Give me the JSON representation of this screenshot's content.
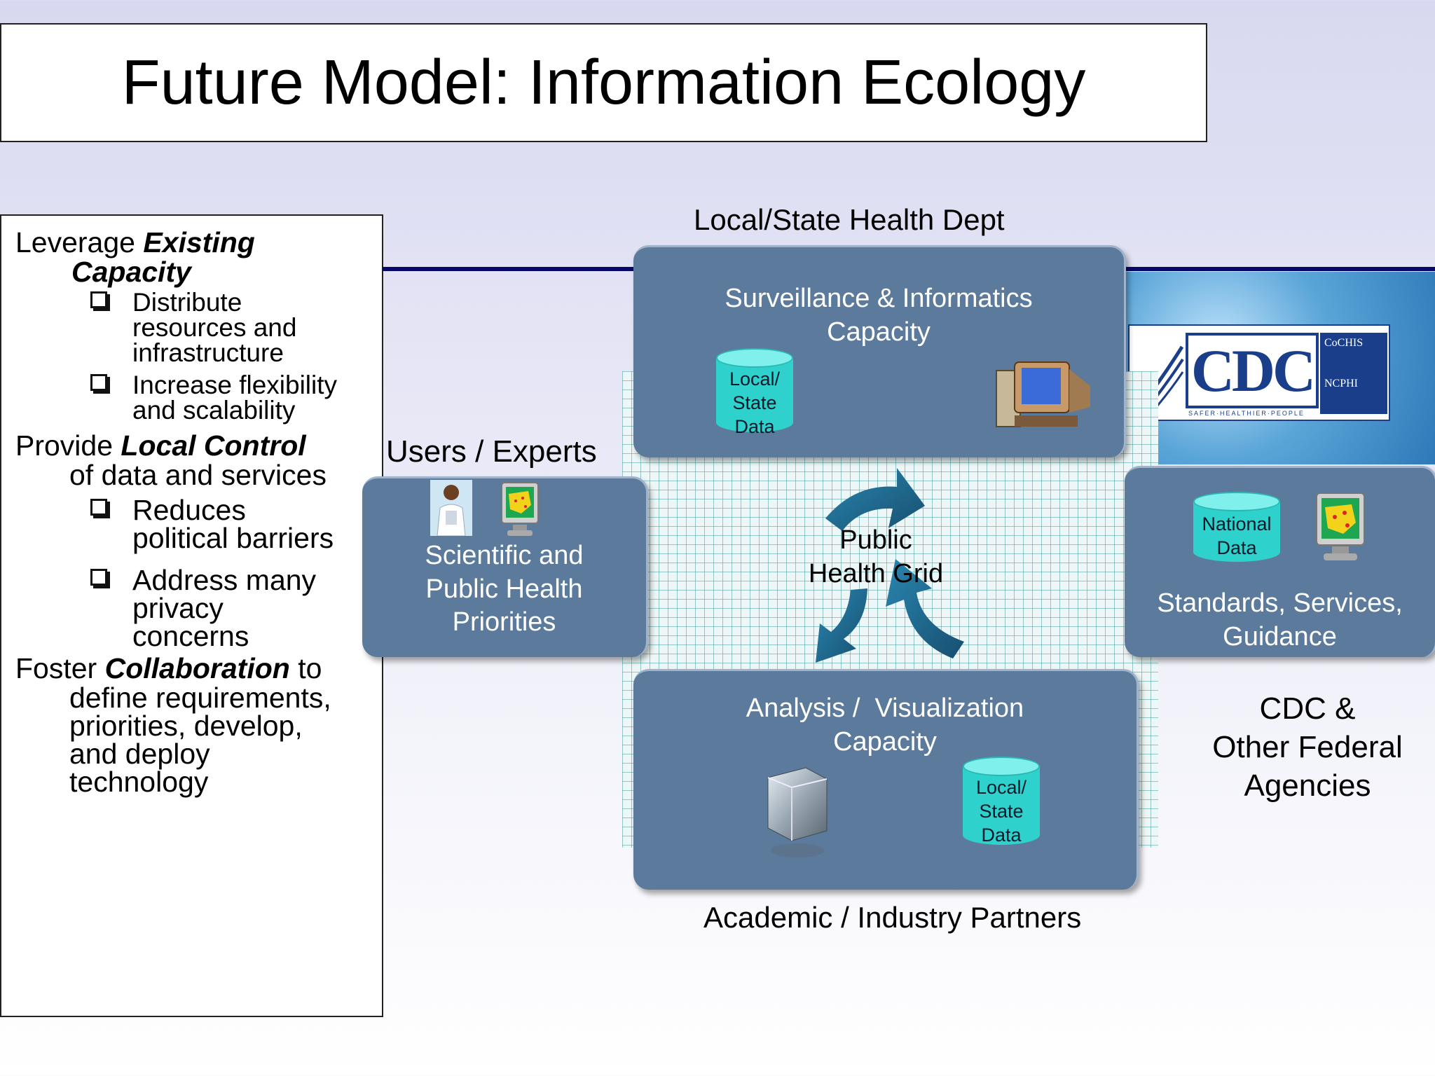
{
  "title": "Future Model: Information Ecology",
  "left_panel": {
    "s1_prefix": "Leverage ",
    "s1_bold_a": "Existing",
    "s1_bold_b": "Capacity",
    "s1_items": [
      [
        "Distribute",
        "resources and",
        "infrastructure"
      ],
      [
        "Increase flexibility",
        "and scalability"
      ]
    ],
    "s2_prefix": "Provide ",
    "s2_bold": "Local Control",
    "s2_cont": "of data and services",
    "s2_items": [
      [
        "Reduces",
        "political barriers"
      ],
      [
        "Address many",
        "privacy",
        "concerns"
      ]
    ],
    "s3_prefix": "Foster ",
    "s3_bold": "Collaboration",
    "s3_suffix": " to",
    "s3_lines": [
      "define requirements,",
      "priorities, develop,",
      "and deploy",
      "technology"
    ]
  },
  "diagram": {
    "label_local_state": "Local/State Health Dept",
    "label_users": "Users / Experts",
    "label_academic": "Academic / Industry Partners",
    "label_cdc": [
      "CDC &",
      "Other Federal",
      "Agencies"
    ],
    "top_box": [
      "Surveillance & Informatics",
      "Capacity"
    ],
    "left_box": [
      "Scientific and",
      "Public Health",
      "Priorities"
    ],
    "right_box": [
      "Standards, Services,",
      "Guidance"
    ],
    "bottom_box": [
      "Analysis /  Visualization",
      "Capacity"
    ],
    "center": [
      "Public",
      "Health Grid"
    ],
    "cyl_top": [
      "Local/",
      "State",
      "Data"
    ],
    "cyl_right": [
      "National",
      "Data"
    ],
    "cyl_bottom": [
      "Local/",
      "State",
      "Data"
    ]
  },
  "logo": {
    "cdc": "CDC",
    "side_top": "CoCHIS",
    "side_bottom": "NCPHI",
    "motto": "SAFER·HEALTHIER·PEOPLE"
  },
  "colors": {
    "box_fill": "#5c7a9c",
    "cylinder": "#2ed1cc",
    "arrow": "#1f6f95",
    "divider": "#08086b"
  }
}
